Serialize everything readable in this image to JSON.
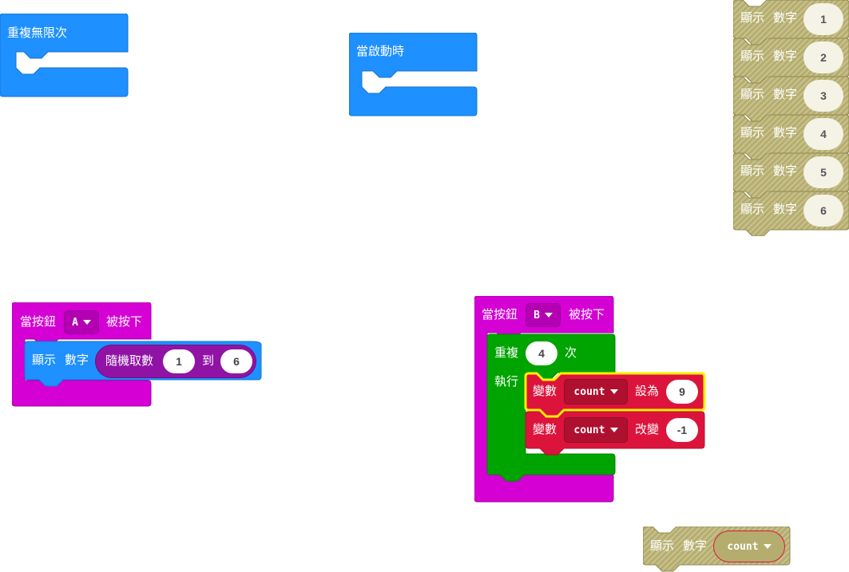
{
  "colors": {
    "basic_blue": "#1e90ff",
    "input_magenta": "#d400d4",
    "math_purple": "#9013a5",
    "loop_green": "#00a400",
    "variable_red": "#dc143c",
    "disabled_olive": "#b5ad6e",
    "highlight_yellow": "#ffef00"
  },
  "forever_block": {
    "label": "重複無限次"
  },
  "on_start_block": {
    "label": "當啟動時"
  },
  "show_number_stack": {
    "show_label": "顯示",
    "number_label": "數字",
    "values": [
      "1",
      "2",
      "3",
      "4",
      "5",
      "6"
    ]
  },
  "button_a_block": {
    "prefix": "當按鈕",
    "button": "A",
    "suffix": "被按下",
    "show_label": "顯示",
    "number_label": "數字",
    "random_label": "隨機取數",
    "random_from": "1",
    "random_to_label": "到",
    "random_to": "6"
  },
  "button_b_block": {
    "prefix": "當按鈕",
    "button": "B",
    "suffix": "被按下",
    "repeat_label": "重複",
    "repeat_count": "4",
    "times_label": "次",
    "do_label": "執行",
    "set_var_label": "變數",
    "set_var_name": "count",
    "set_to_label": "設為",
    "set_value": "9",
    "change_var_label": "變數",
    "change_var_name": "count",
    "change_by_label": "改變",
    "change_value": "-1"
  },
  "show_count_block": {
    "show_label": "顯示",
    "number_label": "數字",
    "variable": "count"
  }
}
